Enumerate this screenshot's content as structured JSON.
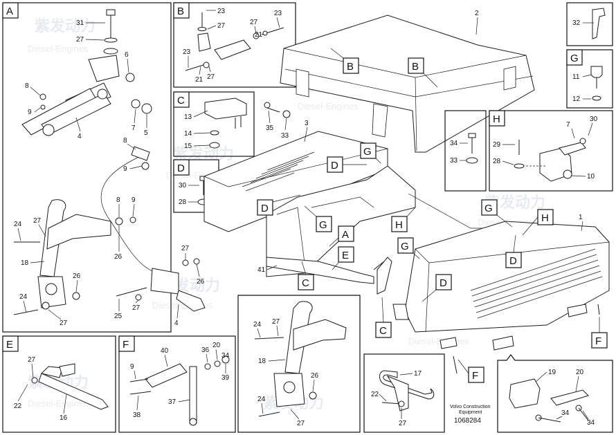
{
  "panels": {
    "A": {
      "letter": "A",
      "labels": [
        "31",
        "27",
        "6",
        "8",
        "9",
        "7",
        "5",
        "4",
        "8",
        "9",
        "8",
        "9",
        "27",
        "24",
        "26",
        "18",
        "26",
        "24",
        "27",
        "25",
        "27",
        "26",
        "27",
        "4"
      ]
    },
    "B": {
      "letter": "B",
      "labels": [
        "23",
        "27",
        "27",
        "21",
        "23",
        "23",
        "21",
        "27"
      ]
    },
    "C": {
      "letter": "C",
      "labels": [
        "13",
        "14",
        "15"
      ]
    },
    "D": {
      "letter": "D",
      "labels": [
        "30",
        "28"
      ]
    },
    "E": {
      "letter": "E",
      "labels": [
        "27",
        "22",
        "16"
      ]
    },
    "F": {
      "letter": "F",
      "labels": [
        "9",
        "40",
        "36",
        "20",
        "34",
        "39",
        "38",
        "37"
      ]
    },
    "G": {
      "letter": "G",
      "labels": [
        "11",
        "12"
      ]
    },
    "H": {
      "letter": "H",
      "labels": [
        "7",
        "30",
        "29",
        "28",
        "10"
      ]
    },
    "P32": {
      "labels": [
        "32"
      ]
    },
    "P34": {
      "labels": [
        "34",
        "33"
      ]
    },
    "P17": {
      "labels": [
        "17",
        "22",
        "27"
      ]
    },
    "P18": {
      "labels": [
        "24",
        "27",
        "18",
        "26",
        "24",
        "27"
      ]
    },
    "P19": {
      "labels": [
        "19",
        "20",
        "34",
        "34"
      ]
    }
  },
  "main": {
    "labels": [
      "2",
      "3",
      "35",
      "33",
      "41",
      "1"
    ],
    "callouts": [
      "B",
      "B",
      "G",
      "D",
      "D",
      "G",
      "A",
      "E",
      "H",
      "G",
      "H",
      "G",
      "D",
      "C",
      "D",
      "C",
      "F",
      "F"
    ]
  },
  "footer": {
    "caption_line1": "Volvo Construction",
    "caption_line2": "Equipment",
    "doc_number": "1068284"
  },
  "watermark": {
    "cn": "紫发动力",
    "en": "Diesel-Engines"
  }
}
